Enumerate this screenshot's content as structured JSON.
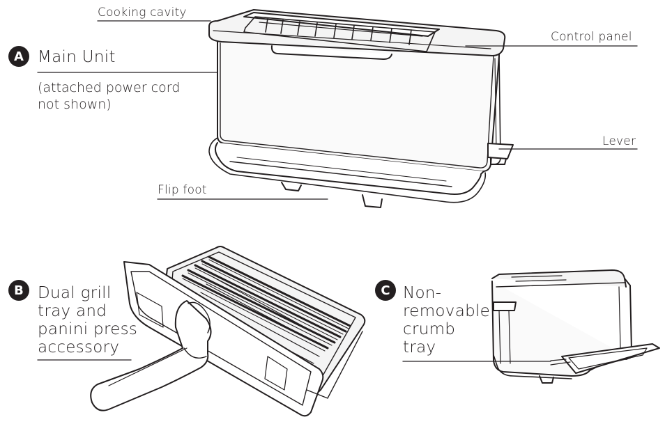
{
  "colors": {
    "ink": "#231f20",
    "paper": "#ffffff",
    "metal": "#f4f4f4"
  },
  "callouts": {
    "cooking_cavity": "Cooking cavity",
    "control_panel": "Control panel",
    "lever": "Lever",
    "flip_foot": "Flip foot"
  },
  "component_a": {
    "badge": "A",
    "title": "Main Unit",
    "note_line1": "(attached power cord",
    "note_line2": "not shown)"
  },
  "component_b": {
    "badge": "B",
    "lines": [
      "Dual grill",
      "tray and",
      "panini press",
      "accessory"
    ]
  },
  "component_c": {
    "badge": "C",
    "lines": [
      "Non-",
      "removable",
      "crumb",
      "tray"
    ]
  }
}
